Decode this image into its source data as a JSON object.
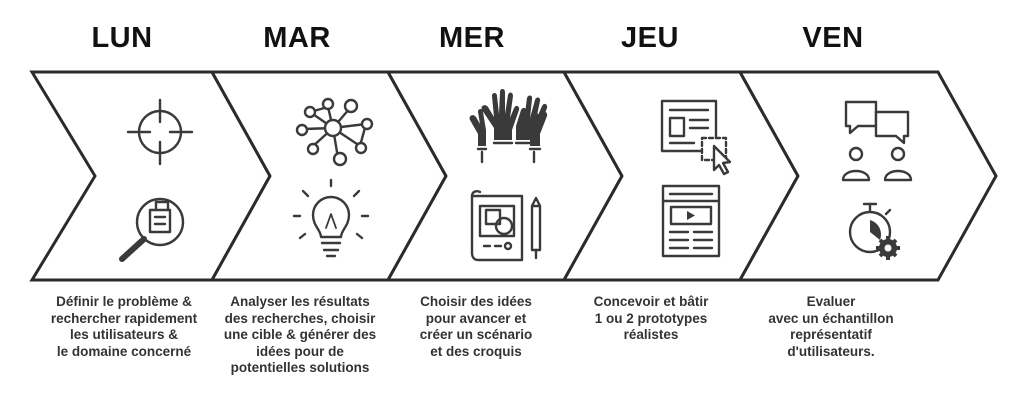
{
  "stages": [
    {
      "day": "LUN",
      "description": [
        "Définir le problème &",
        "rechercher rapidement",
        "les utilisateurs &",
        "le domaine concerné"
      ],
      "icons": [
        "crosshair-icon",
        "magnifier-building-icon"
      ]
    },
    {
      "day": "MAR",
      "description": [
        "Analyser les résultats",
        "des recherches, choisir",
        "une cible & générer des",
        "idées pour de",
        "potentielles solutions"
      ],
      "icons": [
        "network-nodes-icon",
        "lightbulb-icon"
      ]
    },
    {
      "day": "MER",
      "description": [
        "Choisir des idées",
        "pour avancer et",
        "créer un scénario",
        "et des croquis"
      ],
      "icons": [
        "raised-hands-icon",
        "sketch-blueprint-icon"
      ]
    },
    {
      "day": "JEU",
      "description": [
        "Concevoir et bâtir",
        "1 ou 2 prototypes",
        "réalistes"
      ],
      "icons": [
        "wireframe-cursor-icon",
        "webpage-layout-icon"
      ]
    },
    {
      "day": "VEN",
      "description": [
        "Evaluer",
        "avec un échantillon",
        "représentatif",
        "d'utilisateurs."
      ],
      "icons": [
        "conversation-users-icon",
        "stopwatch-gear-icon"
      ]
    }
  ]
}
